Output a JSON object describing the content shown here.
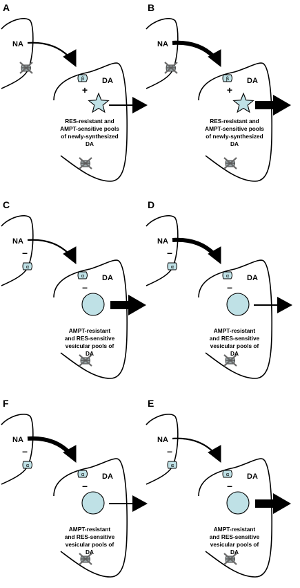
{
  "colors": {
    "stroke": "#000000",
    "pool_fill": "#bfe1e6",
    "receptor_fill": "#bfe1e6",
    "crossed_receptor": "#6a6a6a"
  },
  "labels": {
    "neuron_a": "NA",
    "neuron_b": "DA",
    "beta": "β",
    "alpha": "α",
    "plus": "+",
    "minus": "–"
  },
  "panels": [
    {
      "letter": "A",
      "receptor": "beta",
      "sign": "+",
      "pool": "star",
      "input_arrow": "thin",
      "output_arrow": "thin",
      "description": [
        "RES-resistant and",
        "AMPT-sensitive pools",
        "of newly-synthesized",
        "DA"
      ]
    },
    {
      "letter": "B",
      "receptor": "beta",
      "sign": "+",
      "pool": "star",
      "input_arrow": "thick",
      "output_arrow": "thick",
      "description": [
        "RES-resistant and",
        "AMPT-sensitive pools",
        "of newly-synthesized",
        "DA"
      ]
    },
    {
      "letter": "C",
      "receptor": "alpha",
      "sign": "–",
      "pool": "circle",
      "input_arrow": "thin",
      "output_arrow": "thick",
      "description": [
        "AMPT-resistant",
        "and RES-sensitive",
        "vesicular pools of",
        "DA"
      ]
    },
    {
      "letter": "D",
      "receptor": "alpha",
      "sign": "–",
      "pool": "circle",
      "input_arrow": "thick",
      "output_arrow": "thin",
      "description": [
        "AMPT-resistant",
        "and RES-sensitive",
        "vesicular pools of",
        "DA"
      ]
    },
    {
      "letter": "F",
      "receptor": "alpha",
      "sign": "–",
      "pool": "circle",
      "input_arrow": "thick",
      "output_arrow": "thin",
      "description": [
        "AMPT-resistant",
        "and RES-sensitive",
        "vesicular pools of",
        "DA"
      ]
    },
    {
      "letter": "E",
      "receptor": "alpha",
      "sign": "–",
      "pool": "circle",
      "input_arrow": "thin",
      "output_arrow": "thick",
      "description": [
        "AMPT-resistant",
        "and RES-sensitive",
        "vesicular pools of",
        "DA"
      ]
    }
  ]
}
